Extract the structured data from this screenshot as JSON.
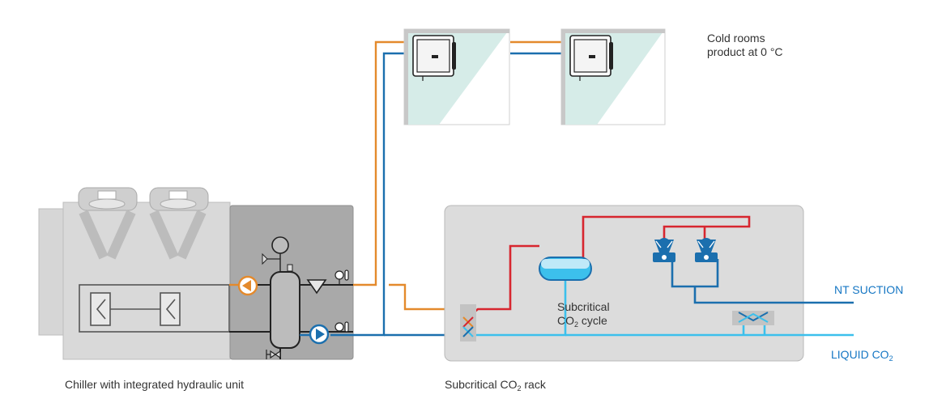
{
  "colors": {
    "hot_line": "#d7262f",
    "orange_line": "#e48a2c",
    "blue_line": "#1b6fae",
    "light_blue_line": "#3cc0ec",
    "unit_grey": "#d6d6d6",
    "hydraulic_grey": "#a9a9a9",
    "room_tint": "#d6ece8"
  },
  "labels": {
    "cold_rooms": {
      "line1": "Cold rooms",
      "line2": "product at 0 °C"
    },
    "chiller_caption": "Chiller with integrated hydraulic unit",
    "rack_caption": {
      "pre": "Subcritical CO",
      "sub": "2",
      "post": " rack"
    },
    "cycle": {
      "line1": "Subcritical",
      "line2_pre": "CO",
      "line2_sub": "2",
      "line2_post": " cycle"
    },
    "nt_suction": "NT SUCTION",
    "liquid": {
      "pre": "LIQUID CO",
      "sub": "2"
    }
  },
  "icons": [
    "cold-room-evaporator-icon",
    "fan-icon",
    "pump-icon",
    "compressor-icon",
    "receiver-icon",
    "heat-exchanger-icon",
    "gauge-icon",
    "valve-icon"
  ]
}
